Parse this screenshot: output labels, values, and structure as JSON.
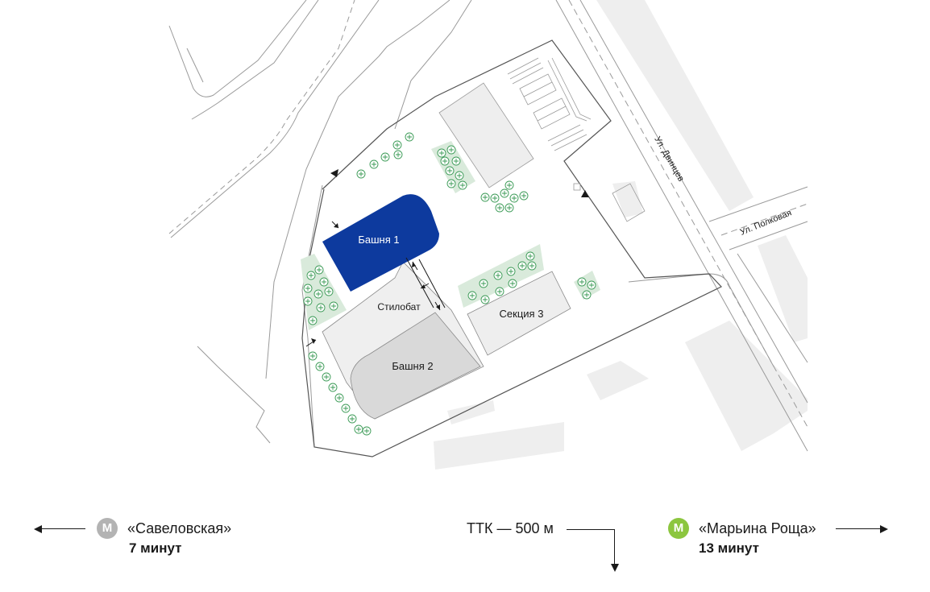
{
  "map": {
    "buildings": {
      "tower1": "Башня 1",
      "tower2": "Башня 2",
      "stylobate": "Стилобат",
      "section3": "Секция 3"
    },
    "streets": {
      "dvintsev": "Ул. Двинцев",
      "polkovaya": "Ул. Полковая"
    },
    "colors": {
      "tower1": "#0d3a9e",
      "tower2": "#d9d9d9",
      "stylobate": "#efefef",
      "section3": "#eeeeee",
      "greenery": "#d9eadb",
      "tree_stroke": "#3a9a55",
      "block": "#eeeeee",
      "line": "#9a9a9a"
    }
  },
  "legend": {
    "savelovskaya": {
      "badge": "М",
      "name": "«Савеловская»",
      "time": "7 минут",
      "badge_color": "#b3b3b3",
      "direction": "left"
    },
    "ttk": {
      "label": "ТТК — 500 м",
      "direction": "down"
    },
    "maryina_roshcha": {
      "badge": "М",
      "name": "«Марьина Роща»",
      "time": "13 минут",
      "badge_color": "#8cc63f",
      "direction": "right"
    }
  }
}
